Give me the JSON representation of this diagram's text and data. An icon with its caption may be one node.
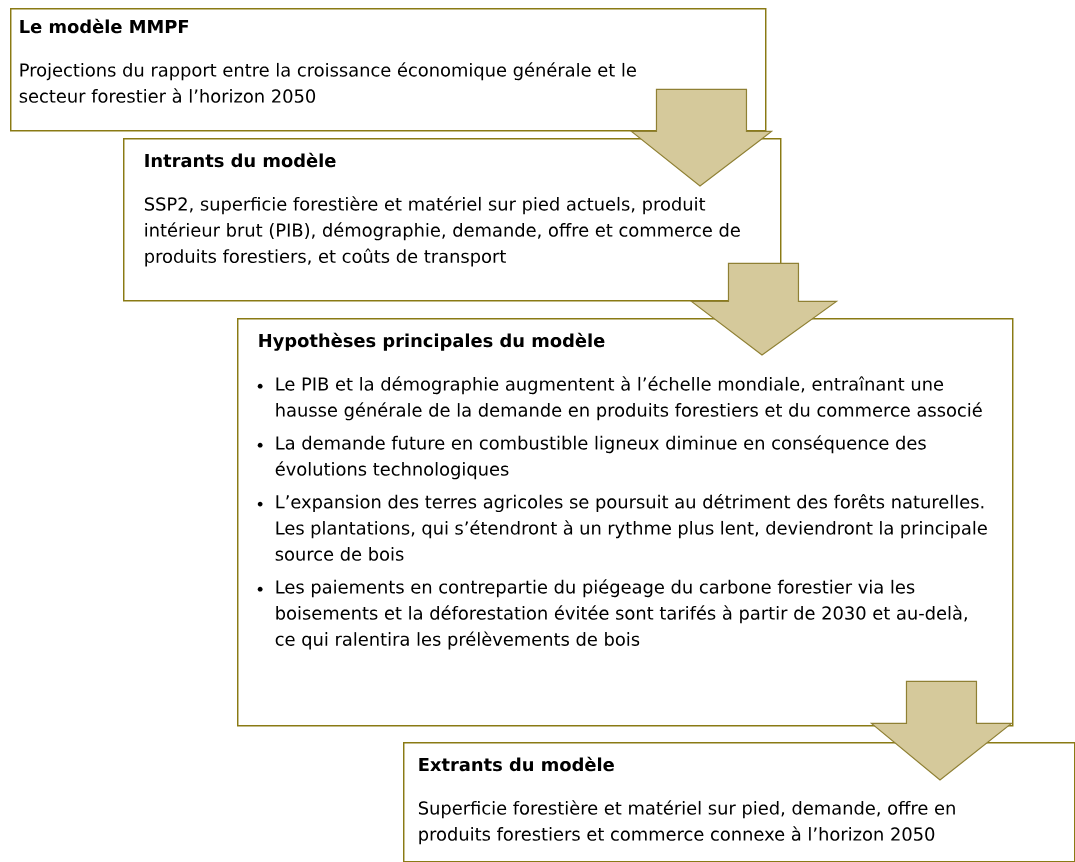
{
  "diagram": {
    "nodes": [
      {
        "text": [
          "Le modèle MMPF",
          "Projections du rapport entre la croissance économique générale et le secteur forestier à l’horizon 2050"
        ]
      },
      {
        "text": [
          "Intrants du modèle",
          "SSP2, superficie forestière et matériel sur pied actuels, produit intérieur brut (PIB), démographie, demande, offre et commerce de produits forestiers, et coûts de transport"
        ]
      },
      {
        "text": [
          "Hypothèses principales du modèle",
          "Le PIB et la démographie augmentent à l’échelle mondiale, entraînant une hausse générale de la demande en produits forestiers et du commerce associé",
          "La demande future en combustible ligneux diminue en conséquence des évolutions technologiques",
          "L’expansion des terres agricoles se poursuit au détriment des forêts naturelles. Les plantations, qui s’étendront à un rythme plus lent, deviendront la principale source de bois",
          "Les paiements en contrepartie du piégeage du carbone forestier via les boisements et la déforestation évitée sont tarifés à partir de 2030 et au-delà, ce qui ralentira les prélèvements de bois"
        ]
      },
      {
        "text": [
          "Extrants du modèle",
          "Superficie forestière et matériel sur pied, demande, offre en produits forestiers et commerce connexe à l’horizon 2050"
        ]
      }
    ],
    "edges": [
      {
        "from": 0,
        "to": 1,
        "arrow": "to"
      },
      {
        "from": 1,
        "to": 2,
        "arrow": "to"
      },
      {
        "from": 2,
        "to": 3,
        "arrow": "to"
      }
    ]
  }
}
